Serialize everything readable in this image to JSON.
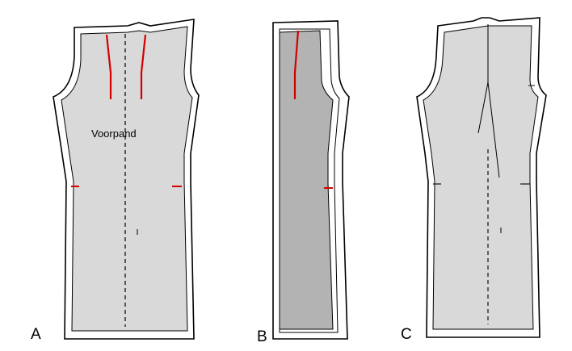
{
  "colors": {
    "background": "#ffffff",
    "outline": "#000000",
    "fabric_light": "#d9d9d9",
    "fabric_dark": "#b3b3b3",
    "mark_red": "#d40000"
  },
  "panels": [
    {
      "letter": "A",
      "piece_label": "Voorpand"
    },
    {
      "letter": "B"
    },
    {
      "letter": "C"
    }
  ]
}
